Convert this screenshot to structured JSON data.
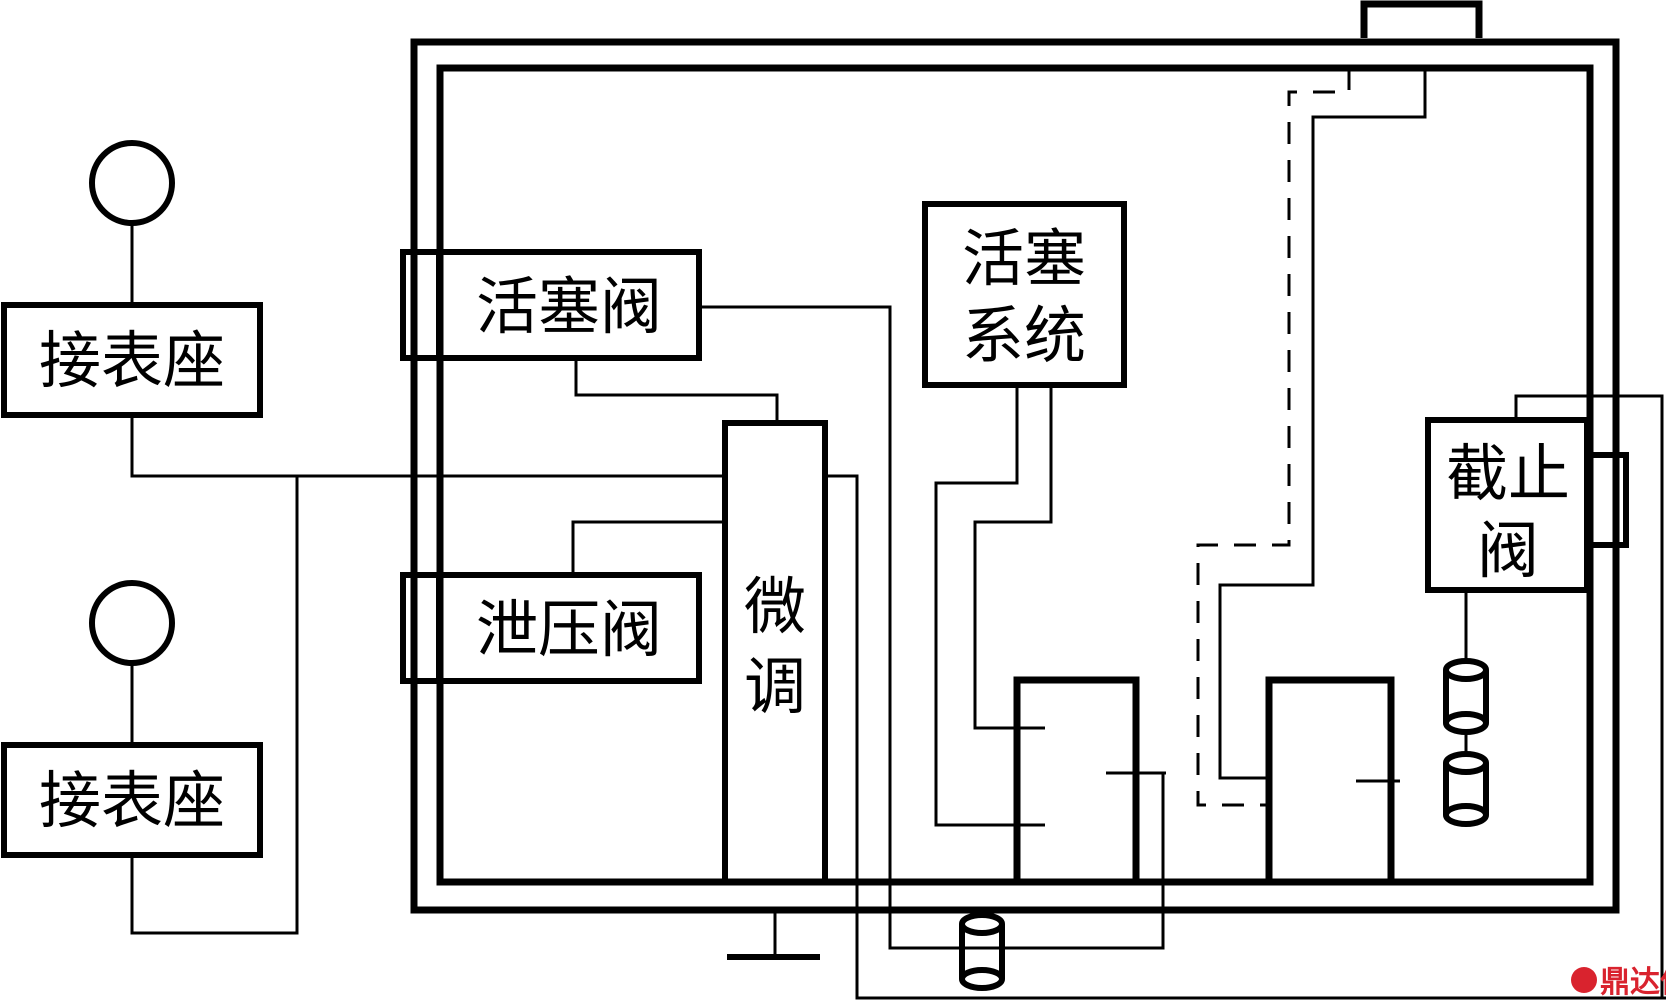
{
  "diagram": {
    "title": "",
    "components": {
      "gauge_seat_upper": "接表座",
      "gauge_seat_lower": "接表座",
      "piston_valve": "活塞阀",
      "relief_valve": "泄压阀",
      "fine_adjust_line1": "微",
      "fine_adjust_line2": "调",
      "piston_system_line1": "活塞",
      "piston_system_line2": "系统",
      "stop_valve_line1": "截止",
      "stop_valve_line2": "阀"
    },
    "symbols": {
      "gauge_upper": "pressure-gauge-icon",
      "gauge_lower": "pressure-gauge-icon",
      "cylinder_bottom": "cylinder-icon",
      "cylinder_right_top": "cylinder-icon",
      "cylinder_right_bottom": "cylinder-icon",
      "ground": "ground-icon"
    },
    "line_styles": {
      "solid": "pipe",
      "dashed": "pipe-dashed"
    },
    "colors": {
      "stroke": "#000000",
      "background": "#ffffff",
      "watermark": "#d9232e"
    },
    "watermark": {
      "text": "鼎达信"
    }
  }
}
